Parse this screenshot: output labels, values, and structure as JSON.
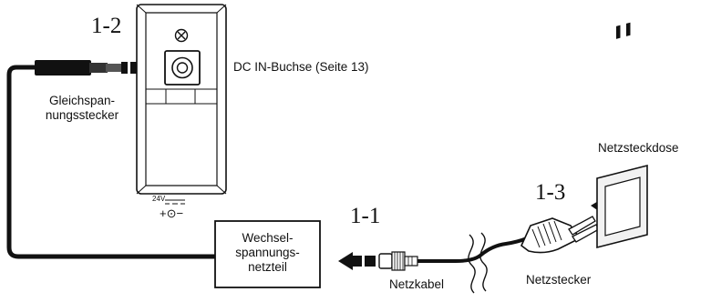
{
  "steps": {
    "step_1_1": "1-1",
    "step_1_2": "1-2",
    "step_1_3": "1-3"
  },
  "labels": {
    "dc_in_jack": "DC IN-Buchse (Seite 13)",
    "dc_plug_line1": "Gleichspan-",
    "dc_plug_line2": "nungsstecker",
    "adapter_line1": "Wechsel-",
    "adapter_line2": "spannungs-",
    "adapter_line3": "netzteil",
    "power_cord": "Netzkabel",
    "mains_plug": "Netzstecker",
    "wall_socket": "Netzsteckdose"
  },
  "polarity": {
    "voltage": "24V",
    "symbol": "+⊙−"
  },
  "colors": {
    "line": "#111111",
    "panel_fill": "#ffffff",
    "wall_plate": "#f2f2f2"
  }
}
